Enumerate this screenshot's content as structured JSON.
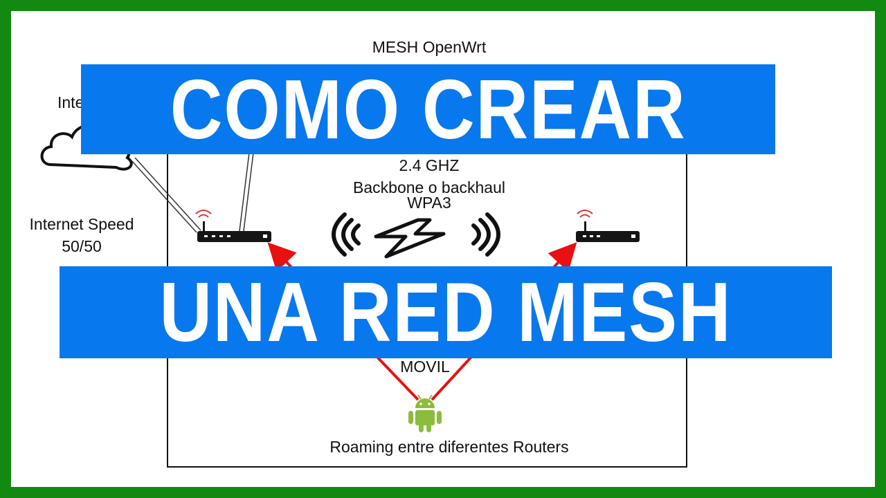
{
  "diagram": {
    "title": "MESH OpenWrt",
    "cloud_label": "Internet",
    "speed_label_line1": "Internet Speed",
    "speed_label_line2": "50/50",
    "band_label": "2.4 GHZ",
    "backbone_label": "Backbone o backhaul",
    "security_label": "WPA3",
    "device_label": "MOVIL",
    "roaming_label": "Roaming entre diferentes Routers"
  },
  "overlay": {
    "line1": "COMO CREAR",
    "line2": "UNA RED MESH"
  },
  "colors": {
    "border": "#128a12",
    "banner": "#0878ee",
    "link": "#e81010",
    "android": "#8cbc3c",
    "wifi": "#e03030"
  },
  "icons": [
    "cloud-icon",
    "router-icon",
    "wifi-signal-icon",
    "lightning-bolt-icon",
    "wireless-waves-icon",
    "android-phone-icon",
    "arrow-icon"
  ]
}
